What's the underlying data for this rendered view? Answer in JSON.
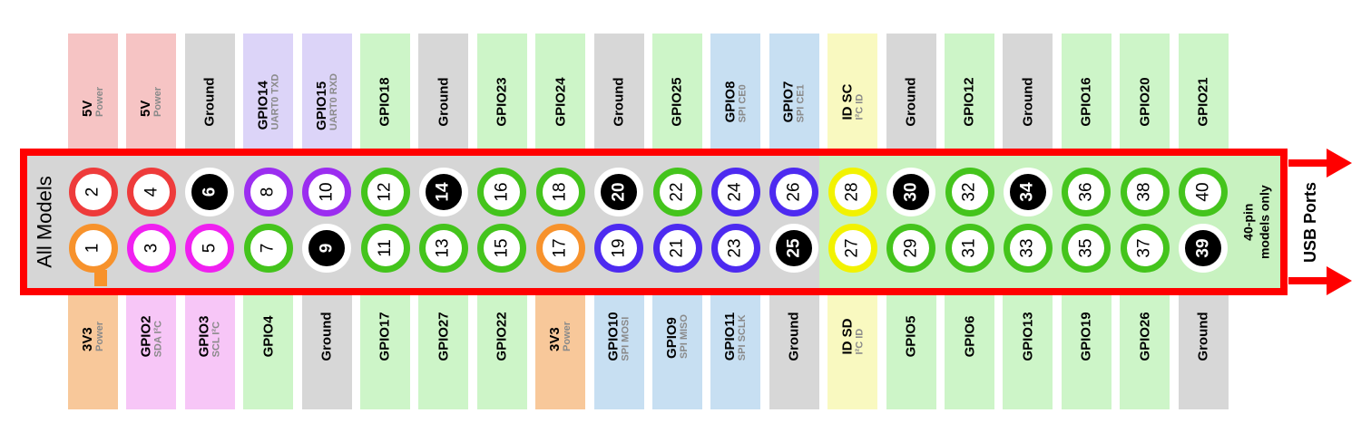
{
  "colors": {
    "power5v": "#f6c4c4",
    "power3v3": "#f8c89a",
    "ground": "#d7d7d7",
    "uart": "#dcd4f8",
    "gpio": "#cdf5c8",
    "spi": "#c7dff2",
    "i2c": "#f7c6f7",
    "idrom": "#f9f9c0",
    "ring_red": "#ee3b3b",
    "ring_orange": "#f7922c",
    "ring_green": "#44c41c",
    "ring_purple": "#9b2df0",
    "ring_magenta": "#f020f0",
    "ring_blue": "#4d2af0",
    "ring_yellow": "#f2f200",
    "ring_black": "#000000",
    "frame": "#ff0000"
  },
  "board": {
    "all_models": "All Models",
    "forty_pin_line1": "40-pin",
    "forty_pin_line2": "models only",
    "usb_ports": "USB Ports"
  },
  "top_labels": [
    {
      "name": "5V",
      "sub": "Power",
      "color": "power5v"
    },
    {
      "name": "5V",
      "sub": "Power",
      "color": "power5v"
    },
    {
      "name": "Ground",
      "sub": "",
      "color": "ground"
    },
    {
      "name": "GPIO14",
      "sub": "UART0 TXD",
      "color": "uart"
    },
    {
      "name": "GPIO15",
      "sub": "UART0 RXD",
      "color": "uart"
    },
    {
      "name": "GPIO18",
      "sub": "",
      "color": "gpio"
    },
    {
      "name": "Ground",
      "sub": "",
      "color": "ground"
    },
    {
      "name": "GPIO23",
      "sub": "",
      "color": "gpio"
    },
    {
      "name": "GPIO24",
      "sub": "",
      "color": "gpio"
    },
    {
      "name": "Ground",
      "sub": "",
      "color": "ground"
    },
    {
      "name": "GPIO25",
      "sub": "",
      "color": "gpio"
    },
    {
      "name": "GPIO8",
      "sub": "SPI CE0",
      "color": "spi"
    },
    {
      "name": "GPIO7",
      "sub": "SPI CE1",
      "color": "spi"
    },
    {
      "name": "ID SC",
      "sub": "I²C ID",
      "color": "idrom"
    },
    {
      "name": "Ground",
      "sub": "",
      "color": "ground"
    },
    {
      "name": "GPIO12",
      "sub": "",
      "color": "gpio"
    },
    {
      "name": "Ground",
      "sub": "",
      "color": "ground"
    },
    {
      "name": "GPIO16",
      "sub": "",
      "color": "gpio"
    },
    {
      "name": "GPIO20",
      "sub": "",
      "color": "gpio"
    },
    {
      "name": "GPIO21",
      "sub": "",
      "color": "gpio"
    }
  ],
  "bottom_labels": [
    {
      "name": "3V3",
      "sub": "Power",
      "color": "power3v3"
    },
    {
      "name": "GPIO2",
      "sub": "SDA I²C",
      "color": "i2c"
    },
    {
      "name": "GPIO3",
      "sub": "SCL I²C",
      "color": "i2c"
    },
    {
      "name": "GPIO4",
      "sub": "",
      "color": "gpio"
    },
    {
      "name": "Ground",
      "sub": "",
      "color": "ground"
    },
    {
      "name": "GPIO17",
      "sub": "",
      "color": "gpio"
    },
    {
      "name": "GPIO27",
      "sub": "",
      "color": "gpio"
    },
    {
      "name": "GPIO22",
      "sub": "",
      "color": "gpio"
    },
    {
      "name": "3V3",
      "sub": "Power",
      "color": "power3v3"
    },
    {
      "name": "GPIO10",
      "sub": "SPI MOSI",
      "color": "spi"
    },
    {
      "name": "GPIO9",
      "sub": "SPI MISO",
      "color": "spi"
    },
    {
      "name": "GPIO11",
      "sub": "SPI SCLK",
      "color": "spi"
    },
    {
      "name": "Ground",
      "sub": "",
      "color": "ground"
    },
    {
      "name": "ID SD",
      "sub": "I²C ID",
      "color": "idrom"
    },
    {
      "name": "GPIO5",
      "sub": "",
      "color": "gpio"
    },
    {
      "name": "GPIO6",
      "sub": "",
      "color": "gpio"
    },
    {
      "name": "GPIO13",
      "sub": "",
      "color": "gpio"
    },
    {
      "name": "GPIO19",
      "sub": "",
      "color": "gpio"
    },
    {
      "name": "GPIO26",
      "sub": "",
      "color": "gpio"
    },
    {
      "name": "Ground",
      "sub": "",
      "color": "ground"
    }
  ],
  "top_pins": [
    {
      "num": "2",
      "ring": "ring_red"
    },
    {
      "num": "4",
      "ring": "ring_red"
    },
    {
      "num": "6",
      "ring": "ring_black"
    },
    {
      "num": "8",
      "ring": "ring_purple"
    },
    {
      "num": "10",
      "ring": "ring_purple"
    },
    {
      "num": "12",
      "ring": "ring_green"
    },
    {
      "num": "14",
      "ring": "ring_black"
    },
    {
      "num": "16",
      "ring": "ring_green"
    },
    {
      "num": "18",
      "ring": "ring_green"
    },
    {
      "num": "20",
      "ring": "ring_black"
    },
    {
      "num": "22",
      "ring": "ring_green"
    },
    {
      "num": "24",
      "ring": "ring_blue"
    },
    {
      "num": "26",
      "ring": "ring_blue"
    },
    {
      "num": "28",
      "ring": "ring_yellow"
    },
    {
      "num": "30",
      "ring": "ring_black"
    },
    {
      "num": "32",
      "ring": "ring_green"
    },
    {
      "num": "34",
      "ring": "ring_black"
    },
    {
      "num": "36",
      "ring": "ring_green"
    },
    {
      "num": "38",
      "ring": "ring_green"
    },
    {
      "num": "40",
      "ring": "ring_green"
    }
  ],
  "bottom_pins": [
    {
      "num": "1",
      "ring": "ring_orange"
    },
    {
      "num": "3",
      "ring": "ring_magenta"
    },
    {
      "num": "5",
      "ring": "ring_magenta"
    },
    {
      "num": "7",
      "ring": "ring_green"
    },
    {
      "num": "9",
      "ring": "ring_black"
    },
    {
      "num": "11",
      "ring": "ring_green"
    },
    {
      "num": "13",
      "ring": "ring_green"
    },
    {
      "num": "15",
      "ring": "ring_green"
    },
    {
      "num": "17",
      "ring": "ring_orange"
    },
    {
      "num": "19",
      "ring": "ring_blue"
    },
    {
      "num": "21",
      "ring": "ring_blue"
    },
    {
      "num": "23",
      "ring": "ring_blue"
    },
    {
      "num": "25",
      "ring": "ring_black"
    },
    {
      "num": "27",
      "ring": "ring_yellow"
    },
    {
      "num": "29",
      "ring": "ring_green"
    },
    {
      "num": "31",
      "ring": "ring_green"
    },
    {
      "num": "33",
      "ring": "ring_green"
    },
    {
      "num": "35",
      "ring": "ring_green"
    },
    {
      "num": "37",
      "ring": "ring_green"
    },
    {
      "num": "39",
      "ring": "ring_black"
    }
  ]
}
